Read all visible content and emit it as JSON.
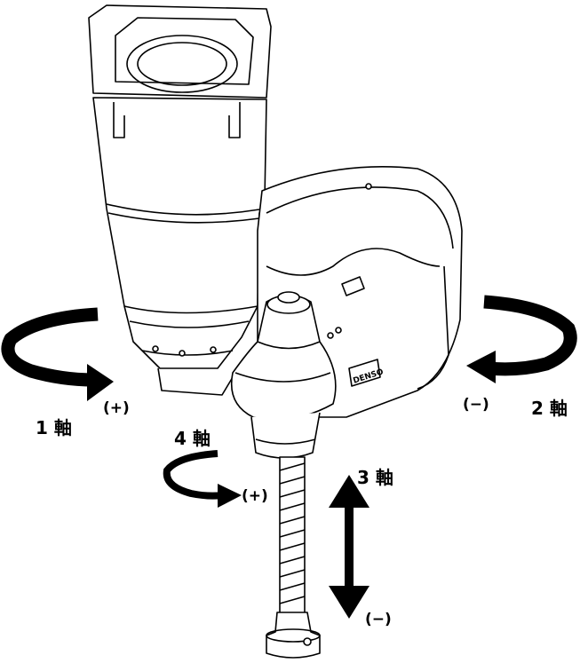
{
  "diagram": {
    "logo_text": "DENSO",
    "axes": [
      {
        "id": "axis1",
        "label": "1 軸",
        "direction": "(+)"
      },
      {
        "id": "axis2",
        "label": "2 軸",
        "direction": "(−)"
      },
      {
        "id": "axis4",
        "label": "4 軸",
        "direction": "(+)"
      },
      {
        "id": "axis3",
        "label": "3 軸",
        "direction": "(−)"
      }
    ],
    "colors": {
      "line": "#000000",
      "background": "#ffffff",
      "body_fill": "#ffffff"
    }
  }
}
